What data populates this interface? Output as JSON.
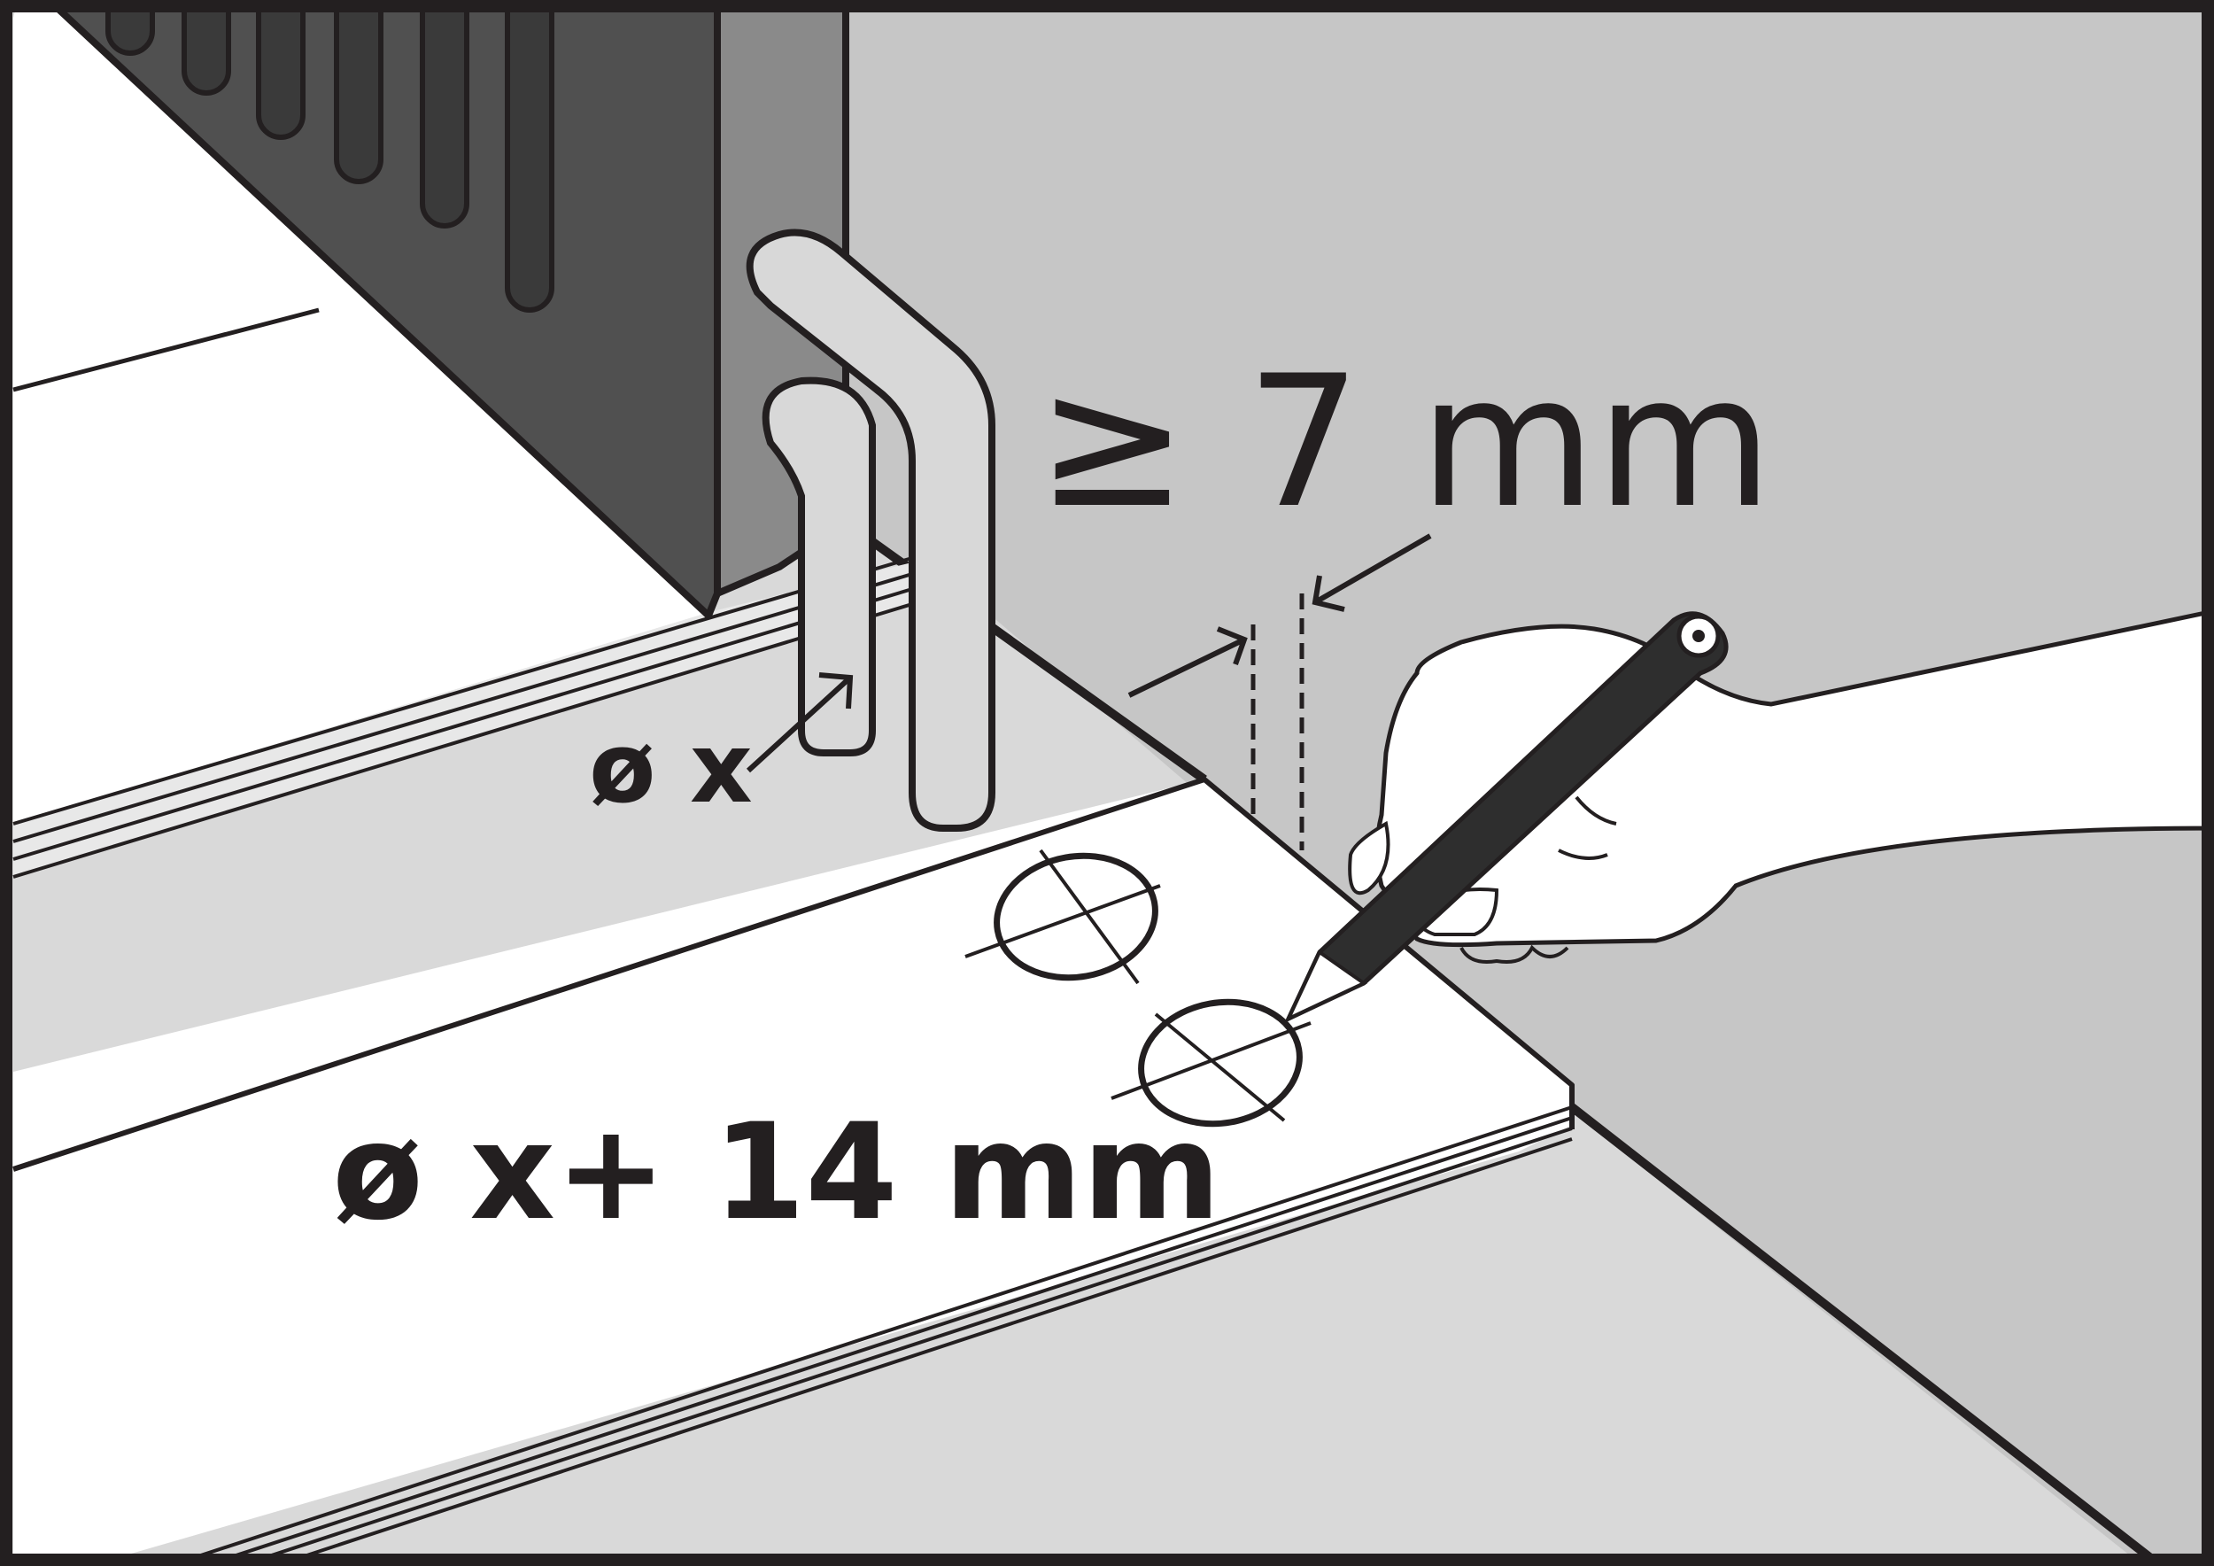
{
  "labels": {
    "min_distance": "≥ 7 mm",
    "pipe_diameter": "ø x",
    "hole_diameter": "ø x+ 14 mm"
  },
  "colors": {
    "outline": "#231f20",
    "radiator": "#505050",
    "radiator_side": "#8a8a8a",
    "pipe": "#d8d8d8",
    "wall": "#c6c6c6",
    "floor": "#d9d9d9",
    "plank": "#ffffff"
  }
}
